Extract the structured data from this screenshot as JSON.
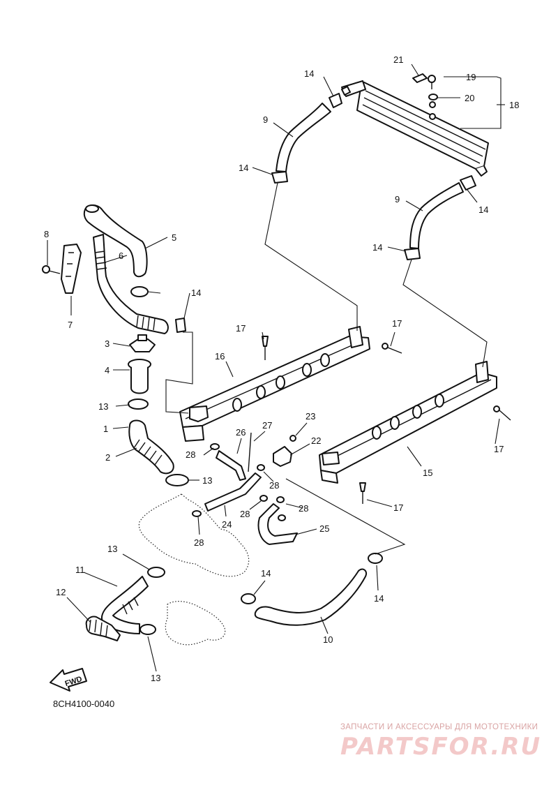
{
  "diagram": {
    "callouts": [
      {
        "id": "c1",
        "label": "1"
      },
      {
        "id": "c2",
        "label": "2"
      },
      {
        "id": "c3",
        "label": "3"
      },
      {
        "id": "c4",
        "label": "4"
      },
      {
        "id": "c5",
        "label": "5"
      },
      {
        "id": "c6",
        "label": "6"
      },
      {
        "id": "c7",
        "label": "7"
      },
      {
        "id": "c8",
        "label": "8"
      },
      {
        "id": "c9a",
        "label": "9"
      },
      {
        "id": "c9b",
        "label": "9"
      },
      {
        "id": "c10",
        "label": "10"
      },
      {
        "id": "c11",
        "label": "11"
      },
      {
        "id": "c12",
        "label": "12"
      },
      {
        "id": "c13a",
        "label": "13"
      },
      {
        "id": "c13b",
        "label": "13"
      },
      {
        "id": "c13c",
        "label": "13"
      },
      {
        "id": "c13d",
        "label": "13"
      },
      {
        "id": "c14a",
        "label": "14"
      },
      {
        "id": "c14b",
        "label": "14"
      },
      {
        "id": "c14c",
        "label": "14"
      },
      {
        "id": "c14d",
        "label": "14"
      },
      {
        "id": "c14e",
        "label": "14"
      },
      {
        "id": "c14f",
        "label": "14"
      },
      {
        "id": "c14g",
        "label": "14"
      },
      {
        "id": "c15",
        "label": "15"
      },
      {
        "id": "c16",
        "label": "16"
      },
      {
        "id": "c17a",
        "label": "17"
      },
      {
        "id": "c17b",
        "label": "17"
      },
      {
        "id": "c17c",
        "label": "17"
      },
      {
        "id": "c17d",
        "label": "17"
      },
      {
        "id": "c18",
        "label": "18"
      },
      {
        "id": "c19",
        "label": "19"
      },
      {
        "id": "c20",
        "label": "20"
      },
      {
        "id": "c21",
        "label": "21"
      },
      {
        "id": "c22",
        "label": "22"
      },
      {
        "id": "c23",
        "label": "23"
      },
      {
        "id": "c24",
        "label": "24"
      },
      {
        "id": "c25",
        "label": "25"
      },
      {
        "id": "c26",
        "label": "26"
      },
      {
        "id": "c27",
        "label": "27"
      },
      {
        "id": "c28a",
        "label": "28"
      },
      {
        "id": "c28b",
        "label": "28"
      },
      {
        "id": "c28c",
        "label": "28"
      },
      {
        "id": "c28d",
        "label": "28"
      },
      {
        "id": "c28e",
        "label": "28"
      }
    ],
    "fwd_label": "FWD",
    "diagram_code": "8CH4100-0040"
  },
  "watermark": {
    "tagline": "ЗАПЧАСТИ И АКСЕССУАРЫ ДЛЯ МОТОТЕХНИКИ",
    "brand": "PARTSFOR.RU",
    "color": "#f3c9c9"
  }
}
